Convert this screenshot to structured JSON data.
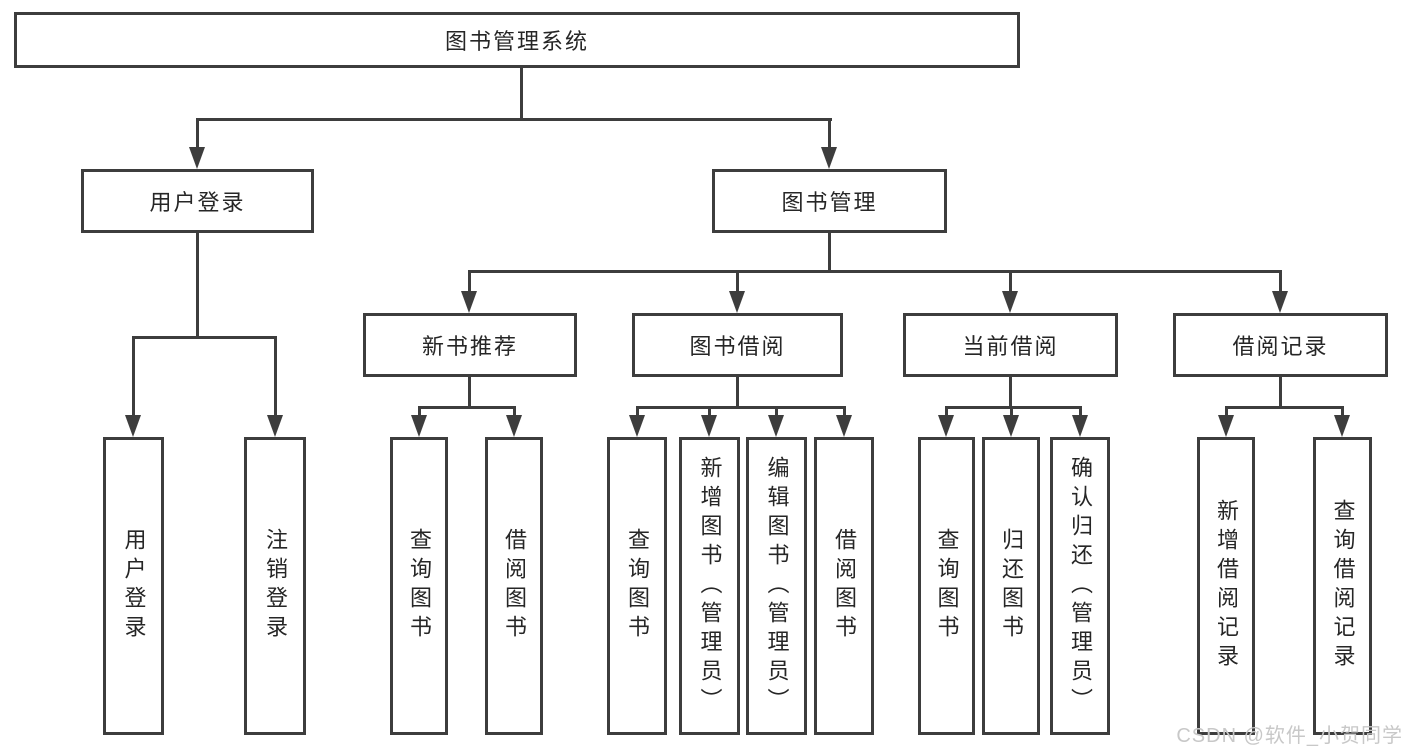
{
  "diagram": {
    "root": {
      "label": "图书管理系统"
    },
    "branches": [
      {
        "label": "用户登录",
        "children": [
          {
            "label": "用户登录"
          },
          {
            "label": "注销登录"
          }
        ]
      },
      {
        "label": "图书管理",
        "groups": [
          {
            "label": "新书推荐",
            "children": [
              {
                "label": "查询图书"
              },
              {
                "label": "借阅图书"
              }
            ]
          },
          {
            "label": "图书借阅",
            "children": [
              {
                "label": "查询图书"
              },
              {
                "label": "新增图书（管理员）"
              },
              {
                "label": "编辑图书（管理员）"
              },
              {
                "label": "借阅图书"
              }
            ]
          },
          {
            "label": "当前借阅",
            "children": [
              {
                "label": "查询图书"
              },
              {
                "label": "归还图书"
              },
              {
                "label": "确认归还（管理员）"
              }
            ]
          },
          {
            "label": "借阅记录",
            "children": [
              {
                "label": "新增借阅记录"
              },
              {
                "label": "查询借阅记录"
              }
            ]
          }
        ]
      }
    ],
    "watermark": "CSDN @软件_小贺同学",
    "colors": {
      "line": "#3d3d3d",
      "text": "#262626",
      "background": "#ffffff",
      "watermark": "#c8c8c8"
    }
  }
}
